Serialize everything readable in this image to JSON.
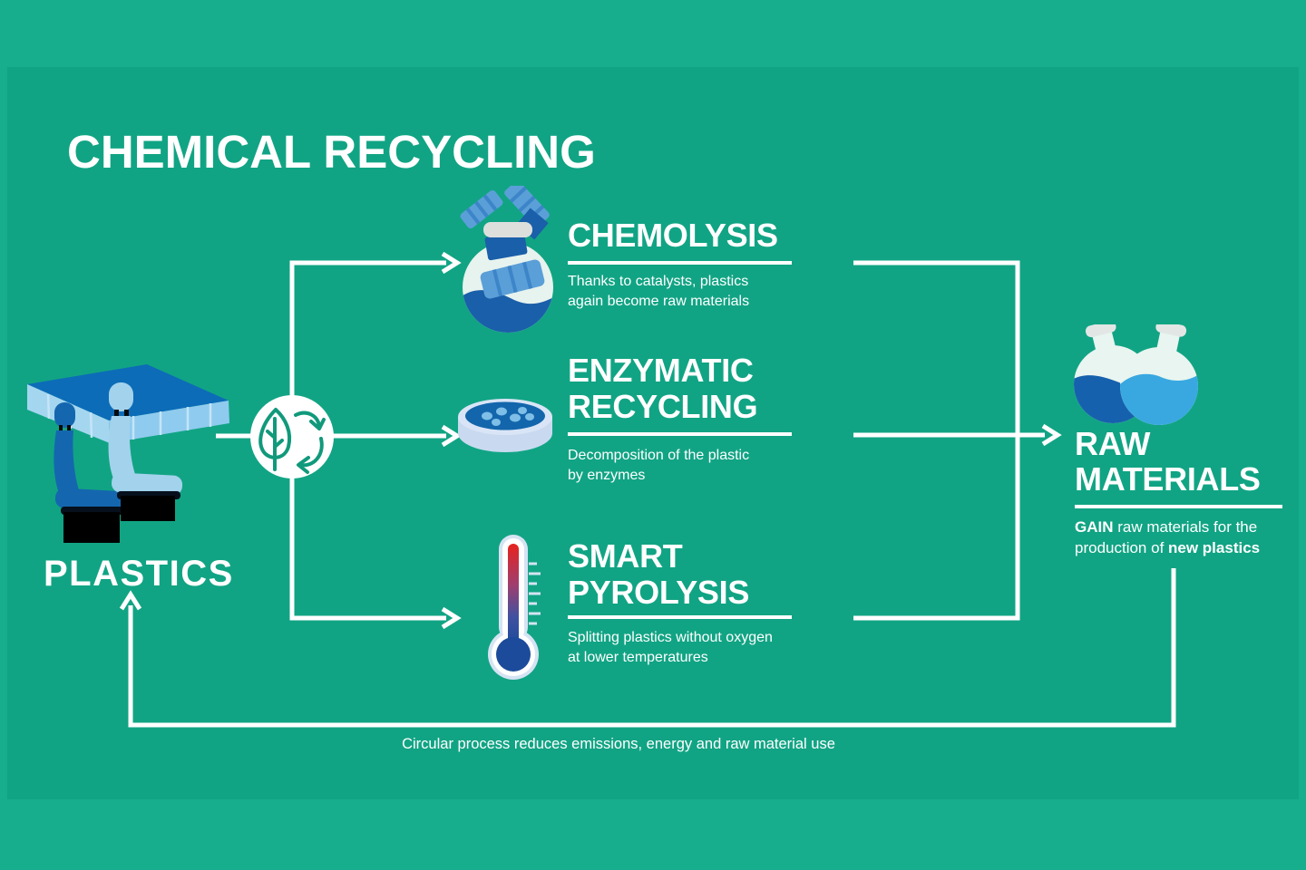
{
  "title": "CHEMICAL RECYCLING",
  "source": {
    "label": "PLASTICS",
    "icon": "car-seats-icon"
  },
  "hub": {
    "icon": "leaf-recycle-icon"
  },
  "processes": [
    {
      "name": "chemolysis",
      "icon": "flask-icon",
      "heading_line1": "CHEMOLYSIS",
      "desc_line1": "Thanks to catalysts, plastics",
      "desc_line2": "again become raw materials"
    },
    {
      "name": "enzymatic-recycling",
      "icon": "petri-dish-icon",
      "heading_line1": "ENZYMATIC",
      "heading_line2": "RECYCLING",
      "desc_line1": "Decomposition of the plastic",
      "desc_line2": "by enzymes"
    },
    {
      "name": "smart-pyrolysis",
      "icon": "thermometer-icon",
      "heading_line1": "SMART",
      "heading_line2": "PYROLYSIS",
      "desc_line1": "Splitting plastics without oxygen",
      "desc_line2": "at lower temperatures"
    }
  ],
  "result": {
    "icon": "two-flasks-icon",
    "heading_line1": "RAW",
    "heading_line2": "MATERIALS",
    "desc_bold1": "GAIN",
    "desc_line1_rest": " raw materials for the",
    "desc_line2_start": "production of ",
    "desc_bold2": "new plastics"
  },
  "footer": {
    "note": "Circular process reduces emissions, energy and raw material use"
  },
  "colors": {
    "background_outer": "#16AE8C",
    "background_inner": "#11A484",
    "text": "#FFFFFF",
    "line": "#FFFFFF",
    "dark_blue": "#1A5FA9",
    "mid_blue": "#5B9FD8",
    "light_blue": "#A3D2EC",
    "sky_blue": "#39A8E0",
    "slab_blue": "#0C6CB8",
    "petri_rim": "#C9DAF0",
    "icon_green": "#11997B",
    "thermo_red": "#E7221E",
    "thermo_bulb": "#1C4B9B"
  }
}
